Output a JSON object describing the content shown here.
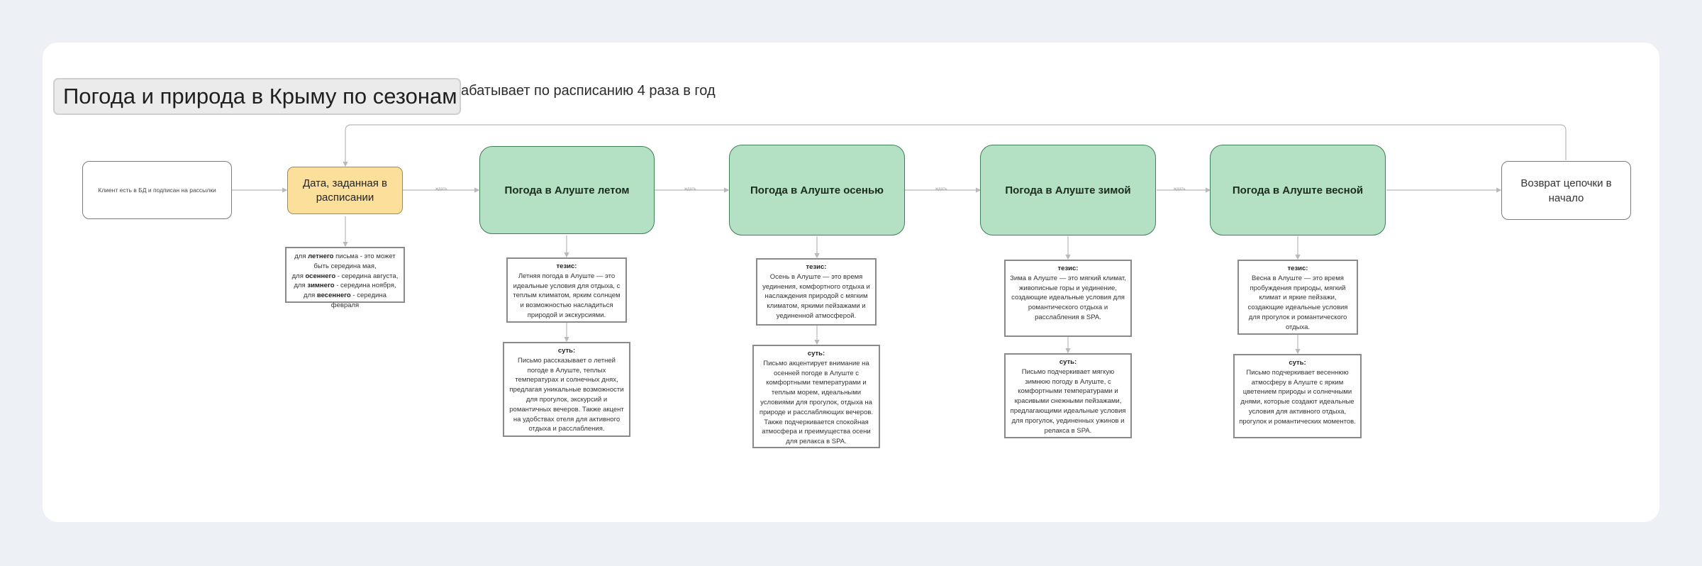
{
  "frame": {
    "title": "Погода и природа в Крыму по сезонам",
    "subtitle": "абатывает по расписанию 4 раза в год"
  },
  "nodes": {
    "client": "Клиент есть в БД и подписан на рассылки",
    "date": "Дата, заданная в расписании",
    "summer": "Погода в Алуште летом",
    "autumn": "Погода в Алуште осенью",
    "winter": "Погода в Алуште зимой",
    "spring": "Погода в Алуште весной",
    "return": "Возврат цепочки в начало"
  },
  "edge_labels": {
    "e1": "ждать",
    "e2": "ждать",
    "e3": "ждать",
    "e4": "ждать"
  },
  "date_note": {
    "l1_pre": "для ",
    "l1_b": "летнего",
    "l1_post": " письма - это может быть середина мая,",
    "l2_pre": "для ",
    "l2_b": "осеннего",
    "l2_post": " - середина августа,",
    "l3_pre": "для ",
    "l3_b": "зимнего",
    "l3_post": " - середина ноября,",
    "l4_pre": "для ",
    "l4_b": "весеннего",
    "l4_post": " - середина февраля"
  },
  "notes": {
    "thesis_label": "тезис:",
    "essence_label": "суть:",
    "summer_thesis": "Летняя погода в Алуште — это идеальные условия для отдыха, с теплым климатом, ярким солнцем и возможностью насладиться природой и экскурсиями.",
    "summer_essence": "Письмо рассказывает о летней погоде в Алуште, теплых температурах и солнечных днях, предлагая уникальные возможности для прогулок, экскурсий и романтичных вечеров. Также акцент на удобствах отеля для активного отдыха и расслабления.",
    "autumn_thesis": "Осень в Алуште — это время уединения, комфортного отдыха и наслаждения природой с мягким климатом, яркими пейзажами и уединенной атмосферой.",
    "autumn_essence": "Письмо акцентирует внимание на осенней погоде в Алуште с комфортными температурами и теплым морем, идеальными условиями для прогулок, отдыха на природе и расслабляющих вечеров. Также подчеркивается спокойная атмосфера и преимущества осени для релакса в SPA.",
    "winter_thesis": "Зима в Алуште — это мягкий климат, живописные горы и уединение, создающие идеальные условия для романтического отдыха и расслабления в SPA.",
    "winter_essence": "Письмо подчеркивает мягкую зимнюю погоду в Алуште, с комфортными температурами и красивыми снежными пейзажами, предлагающими идеальные условия для прогулок, уединенных ужинов и релакса в SPA.",
    "spring_thesis": "Весна в Алуште — это время пробуждения природы, мягкий климат и яркие пейзажи, создающие идеальные условия для прогулок и романтического отдыха.",
    "spring_essence": "Письмо подчеркивает весеннюю атмосферу в Алуште с ярким цветением природы и солнечными днями, которые создают идеальные условия для активного отдыха, прогулок и романтических моментов."
  },
  "colors": {
    "background": "#edf0f4",
    "canvas": "#ffffff",
    "date_fill": "#fcdf9b",
    "season_fill": "#b4e0c4",
    "season_border": "#3e7f55",
    "connector": "#b9b9b9"
  }
}
